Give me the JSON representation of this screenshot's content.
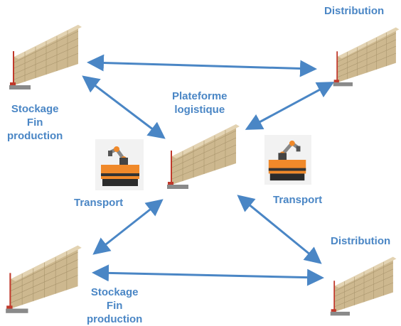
{
  "labels": {
    "distribution_top": "Distribution",
    "distribution_bottom": "Distribution",
    "hub_line1": "Plateforme",
    "hub_line2": "logistique",
    "stock_top_line1": "Stockage",
    "stock_top_line2": "Fin",
    "stock_top_line3": "production",
    "stock_bottom_line1": "Stockage",
    "stock_bottom_line2": "Fin",
    "stock_bottom_line3": "production",
    "transport_left": "Transport",
    "transport_right": "Transport"
  },
  "colors": {
    "label": "#4a86c5",
    "arrow": "#4a86c5",
    "rack_box": "#d9c7a2",
    "rack_frame": "#c0392b",
    "robot_body": "#f0892a"
  },
  "icons": [
    "warehouse-rack",
    "mobile-robot-arm"
  ]
}
